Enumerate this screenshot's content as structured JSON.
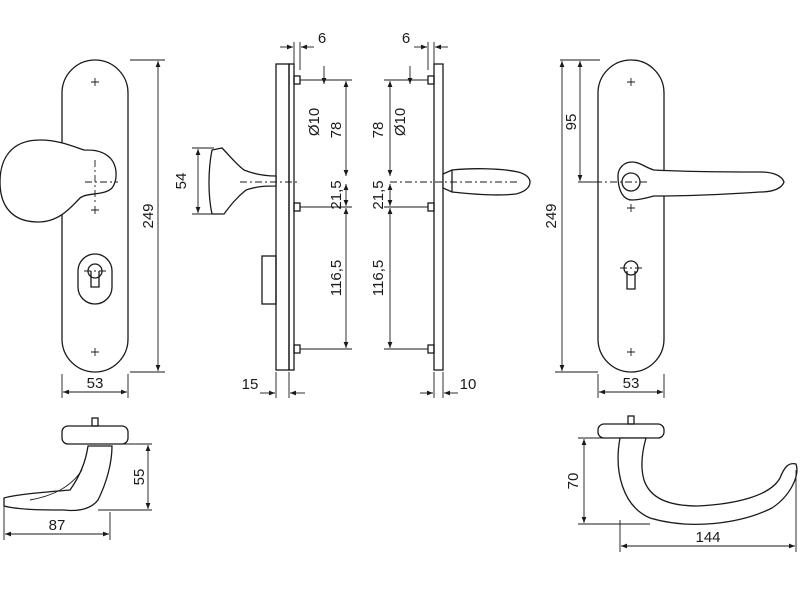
{
  "colors": {
    "line": "#1a1a1a",
    "background": "#ffffff"
  },
  "dims": {
    "front_left_height": "249",
    "front_left_width": "53",
    "knob_height": "54",
    "side_left_offset": "6",
    "side_left_hole": "Ø10",
    "side_left_upper": "78",
    "side_left_mid": "21,5",
    "side_left_lower": "116,5",
    "side_left_thickness": "15",
    "side_right_offset": "6",
    "side_right_hole": "Ø10",
    "side_right_upper": "78",
    "side_right_mid": "21,5",
    "side_right_lower": "116,5",
    "side_right_thickness": "10",
    "front_right_height": "249",
    "front_right_top": "95",
    "front_right_width": "53",
    "knob_top_height": "55",
    "knob_top_length": "87",
    "lever_top_height": "70",
    "lever_top_length": "144"
  }
}
